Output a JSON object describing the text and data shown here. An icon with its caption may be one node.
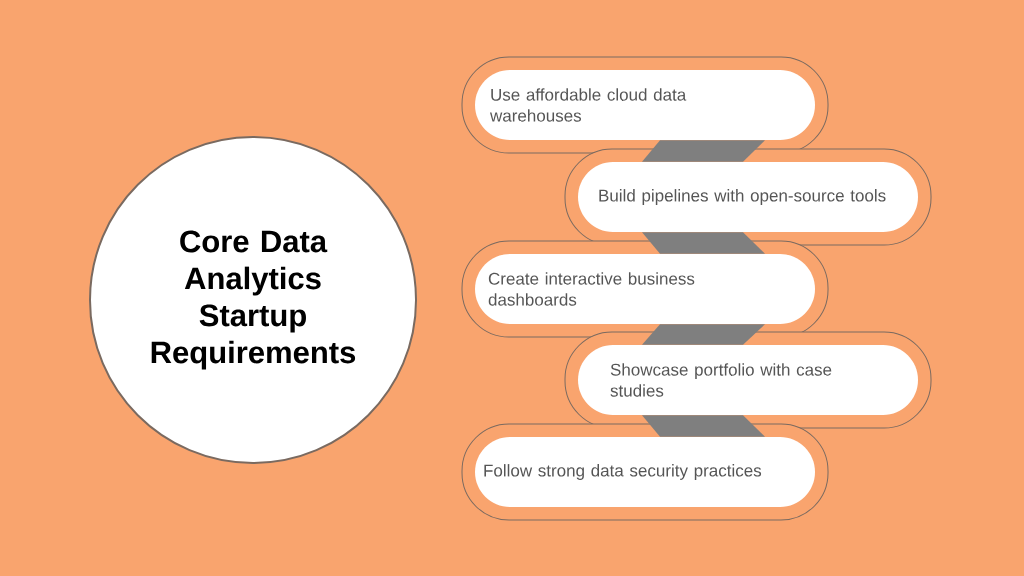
{
  "diagram": {
    "nodes": [
      {
        "text": [
          "Core Data Analytics Startup Requirements"
        ]
      },
      {
        "text": [
          "Use affordable cloud data warehouses"
        ]
      },
      {
        "text": [
          "Build pipelines with open-source tools"
        ]
      },
      {
        "text": [
          "Create interactive business dashboards"
        ]
      },
      {
        "text": [
          "Showcase portfolio with case studies"
        ]
      },
      {
        "text": [
          "Follow strong data security practices"
        ]
      }
    ],
    "edges": [
      {
        "from": 1,
        "to": 2,
        "arrow": "none"
      },
      {
        "from": 2,
        "to": 3,
        "arrow": "none"
      },
      {
        "from": 3,
        "to": 4,
        "arrow": "none"
      },
      {
        "from": 4,
        "to": 5,
        "arrow": "none"
      }
    ]
  }
}
